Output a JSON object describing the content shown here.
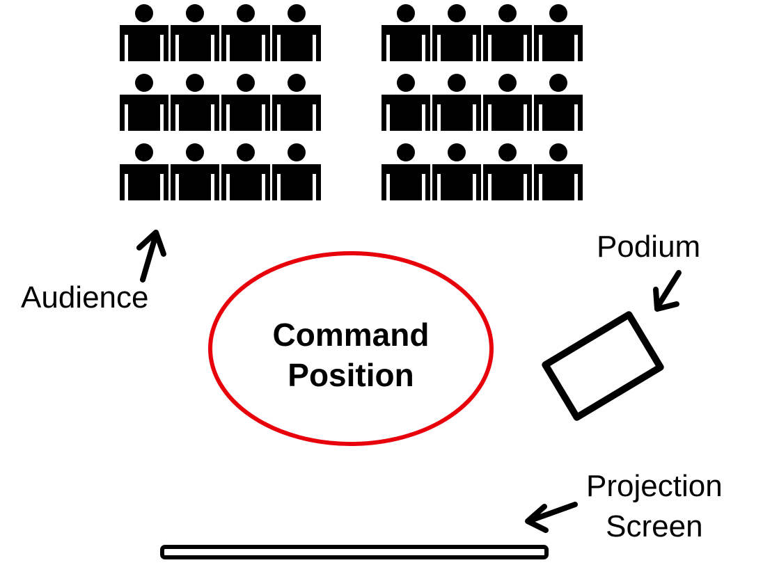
{
  "labels": {
    "audience": "Audience",
    "podium": "Podium",
    "projection_line1": "Projection",
    "projection_line2": "Screen",
    "command_line1": "Command",
    "command_line2": "Position"
  },
  "audience_layout": {
    "blocks": 2,
    "rows_per_block": 3,
    "seats_per_row": 4
  },
  "colors": {
    "command_outline": "#e8000b",
    "ink": "#000000",
    "background": "#ffffff"
  },
  "icons": [
    "person-icon",
    "arrow-icon",
    "podium-icon",
    "projection-screen-icon"
  ]
}
